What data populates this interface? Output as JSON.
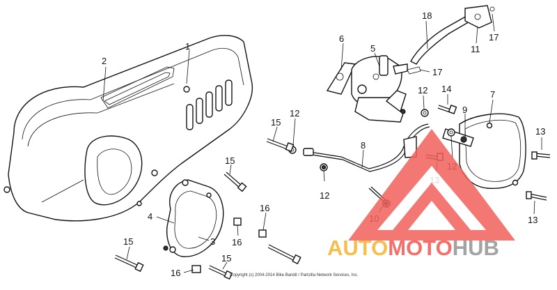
{
  "callouts": {
    "c1": "1",
    "c2": "2",
    "c3": "3",
    "c4": "4",
    "c5": "5",
    "c6": "6",
    "c7": "7",
    "c8": "8",
    "c9": "9",
    "c10": "10",
    "c11": "11",
    "c12a": "12",
    "c12b": "12",
    "c12c": "12",
    "c12d": "12",
    "c13a": "13",
    "c13b": "13",
    "c13c": "13",
    "c14": "14",
    "c15a": "15",
    "c15b": "15",
    "c15c": "15",
    "c15d": "15",
    "c16a": "16",
    "c16b": "16",
    "c17a": "17",
    "c17b": "17",
    "c18": "18"
  },
  "footer": {
    "copyright": "Copyright (c) 2004-2014 Bike Bandit / Partzilla Network Services, Inc."
  },
  "watermark": {
    "brand_part1": "AUTO",
    "brand_part2": "MOTO",
    "brand_part3": "HUB",
    "color_primary": "#f2605a",
    "color_secondary": "#f5b73d",
    "color_tertiary": "#9a9a9a"
  }
}
